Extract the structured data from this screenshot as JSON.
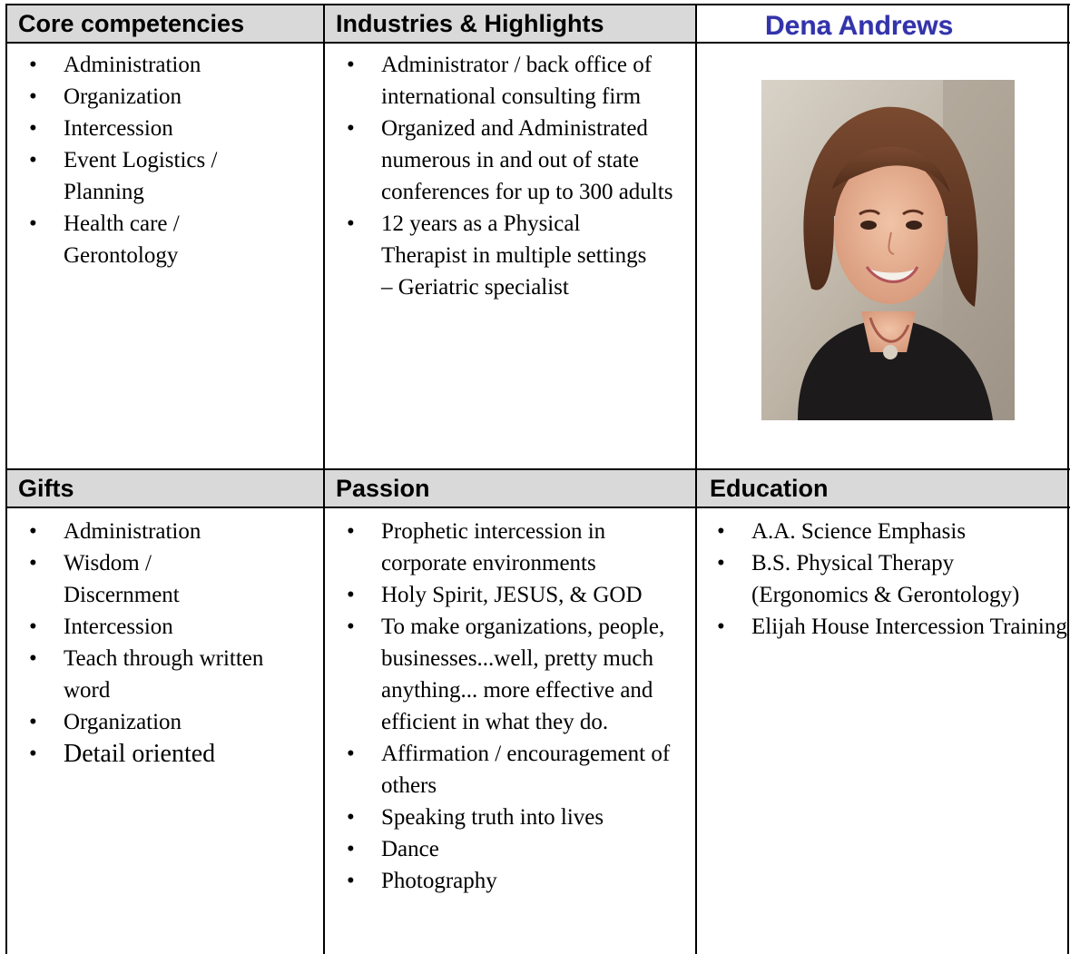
{
  "name": "Dena Andrews",
  "headers": {
    "core": "Core competencies",
    "industries": "Industries & Highlights",
    "gifts": "Gifts",
    "passion": "Passion",
    "education": "Education"
  },
  "core": [
    "Administration",
    "Organization",
    "Intercession",
    "Event Logistics / Planning",
    "Health care / Gerontology"
  ],
  "industries": [
    "Administrator / back office of international consulting firm",
    "Organized and Administrated numerous in and out of state conferences for up to 300 adults",
    "12 years as a Physical Therapist in multiple settings – Geriatric specialist"
  ],
  "gifts": [
    "Administration",
    "Wisdom / Discernment",
    "Intercession",
    "Teach through written word",
    "Organization",
    "Detail oriented"
  ],
  "passion": [
    "Prophetic intercession in corporate environments",
    "Holy Spirit, JESUS, & GOD",
    "To make organizations, people, businesses...well, pretty much anything... more effective and efficient in what they do.",
    "Affirmation / encouragement of others",
    "Speaking truth into lives",
    "Dance",
    "Photography"
  ],
  "education": [
    "A.A. Science Emphasis",
    "B.S. Physical Therapy (Ergonomics & Gerontology)",
    "Elijah House Intercession Training"
  ],
  "bullet": "•",
  "colors": {
    "name": "#3333aa",
    "header_bg": "#d9d9d9"
  }
}
